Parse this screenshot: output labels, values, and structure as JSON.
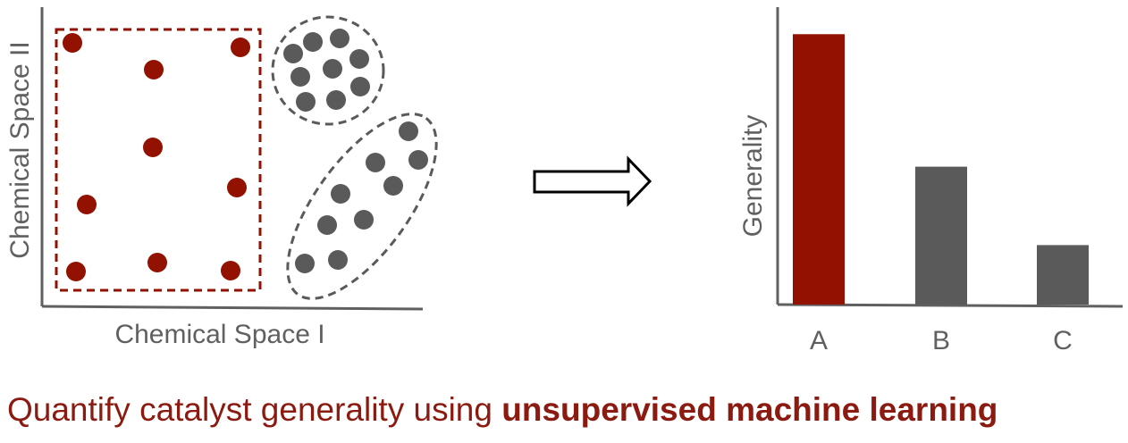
{
  "colors": {
    "red": "#921100",
    "gray": "#5a5a5a",
    "axis": "#606060",
    "caption": "#8b1a10"
  },
  "scatter": {
    "xlabel": "Chemical Space I",
    "ylabel": "Chemical Space II",
    "groups": [
      {
        "name": "selected-region",
        "shape": "dashed-rectangle",
        "color": "red"
      },
      {
        "name": "cluster-round",
        "shape": "dashed-circle",
        "color": "gray"
      },
      {
        "name": "cluster-elongated",
        "shape": "dashed-ellipse",
        "color": "gray"
      }
    ]
  },
  "arrow": {
    "icon": "right-arrow-icon"
  },
  "chart_data": {
    "type": "bar",
    "categories": [
      "A",
      "B",
      "C"
    ],
    "values": [
      1.0,
      0.51,
      0.22
    ],
    "ylabel": "Generality",
    "xlabel": "",
    "title": "",
    "bar_colors": [
      "#921100",
      "#5a5a5a",
      "#5a5a5a"
    ],
    "ylim": [
      0,
      1.1
    ],
    "grid": false
  },
  "caption": {
    "prefix": "Quantify catalyst generality using ",
    "bold": "unsupervised machine learning"
  }
}
